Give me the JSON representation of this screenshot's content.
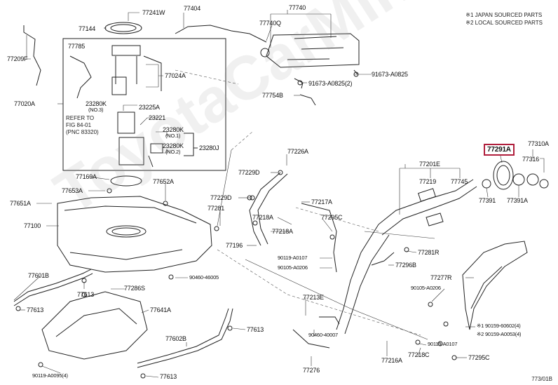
{
  "legend": {
    "line1": "※1 JAPAN SOURCED PARTS",
    "line2": "※2 LOCAL SOURCED PARTS"
  },
  "watermark": "ToyotaCarMine.ru",
  "diagram_id": "773/01B",
  "highlight_color": "#b01e3c",
  "labels": {
    "p77241W": "77241W",
    "p77404": "77404",
    "p77740": "77740",
    "p77144": "77144",
    "p77740Q": "77740Q",
    "p77785": "77785",
    "p77209F": "77209F",
    "p77024A": "77024A",
    "p91673a": "91673-A0825",
    "p91673b": "91673-A0825(2)",
    "p77020A": "77020A",
    "p23280K_1": "23280K",
    "p23280K_1n": "(NO.3)",
    "p23225A": "23225A",
    "p77754B": "77754B",
    "refer1": "REFER TO",
    "refer2": "FIG 84-01",
    "refer3": "(PNC 83320)",
    "p23221": "23221",
    "p23280K_2": "23280K",
    "p23280K_2n": "(NO.1)",
    "p23280K_3": "23280K",
    "p23280K_3n": "(NO.2)",
    "p23280J": "23280J",
    "p77291A": "77291A",
    "p77310A": "77310A",
    "p77226A": "77226A",
    "p77201E": "77201E",
    "p77316": "77316",
    "p77169A": "77169A",
    "p77229D": "77229D",
    "p77219": "77219",
    "p77745": "77745",
    "p77653A": "77653A",
    "p77652A": "77652A",
    "p77229D2": "77229D",
    "p77651A": "77651A",
    "p77391": "77391",
    "p77391A": "77391A",
    "p77217A": "77217A",
    "p77281": "77281",
    "p77218A": "77218A",
    "p77295C": "77295C",
    "p77100": "77100",
    "p77196": "77196",
    "p77281R": "77281R",
    "p90119a": "90119-A0107",
    "p90105a": "90105-A0206",
    "p77296B": "77296B",
    "p77601B": "77601B",
    "p90460a": "90460-46005",
    "p77277R": "77277R",
    "p77613a": "77613",
    "p77286S": "77286S",
    "p90105b": "90105-A0206",
    "p77213E": "77213E",
    "p77613b": "77613",
    "p77641A": "77641A",
    "p77613c": "77613",
    "p90159a": "※1  90159-60602(4)",
    "p90159b": "※2  90159-A0053(4)",
    "p90460b": "90460-40007",
    "p77602B": "77602B",
    "p90119b": "90119-A0107",
    "p77218C": "77218C",
    "p77216A": "77216A",
    "p77295C2": "77295C",
    "p90119c": "90119-A0095(4)",
    "p77613d": "77613",
    "p77276": "77276"
  }
}
